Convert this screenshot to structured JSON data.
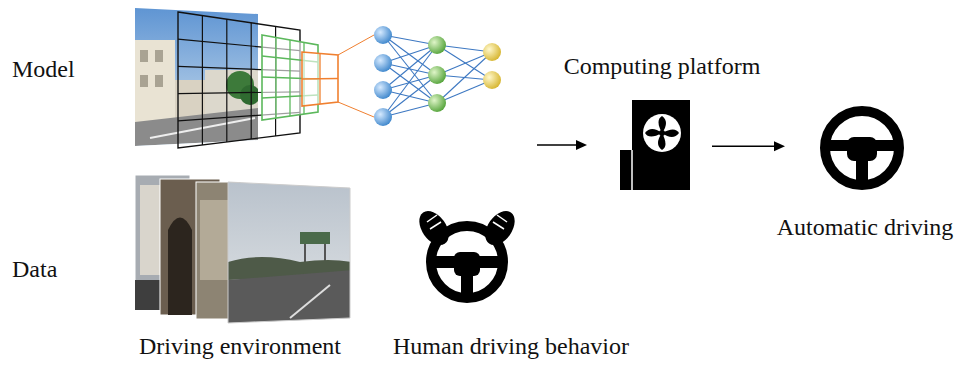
{
  "diagram": {
    "nodes": [
      {
        "text": [
          "Computing platform"
        ]
      },
      {
        "text": [
          "Automatic driving"
        ]
      }
    ],
    "edges": [
      {
        "from": 0,
        "to": 1,
        "arrow": "to"
      }
    ],
    "labels": [
      "Model",
      "Data",
      "Driving environment",
      "Human driving behavior"
    ]
  }
}
